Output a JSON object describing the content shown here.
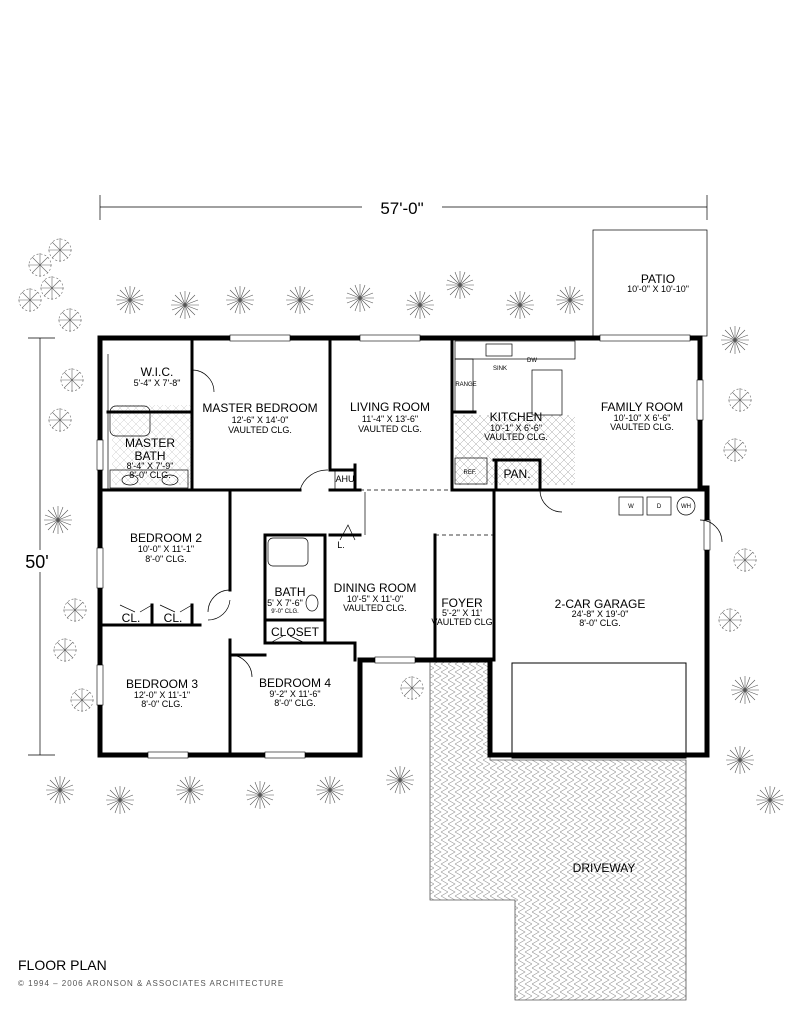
{
  "overall": {
    "width_label": "57'-0\"",
    "depth_label": "50'"
  },
  "rooms": {
    "wic": {
      "name": "W.I.C.",
      "size": "5'-4\" X 7'-8\""
    },
    "master_bedroom": {
      "name": "MASTER BEDROOM",
      "size": "12'-6\" X 14'-0\"",
      "ceiling": "VAULTED CLG."
    },
    "master_bath": {
      "name1": "MASTER",
      "name2": "BATH",
      "size": "8'-4\" X 7'-9\"",
      "ceiling": "8'-0\" CLG."
    },
    "living_room": {
      "name": "LIVING ROOM",
      "size": "11'-4\" X 13'-6\"",
      "ceiling": "VAULTED CLG."
    },
    "kitchen": {
      "name": "KITCHEN",
      "size": "10'-1\" X 6'-6\"",
      "ceiling": "VAULTED CLG."
    },
    "family_room": {
      "name": "FAMILY ROOM",
      "size": "10'-10\" X 6'-6\"",
      "ceiling": "VAULTED CLG."
    },
    "patio": {
      "name": "PATIO",
      "size": "10'-0\" X 10'-10\""
    },
    "bedroom2": {
      "name": "BEDROOM 2",
      "size": "10'-0\" X 11'-1\"",
      "ceiling": "8'-0\" CLG."
    },
    "bath": {
      "name": "BATH",
      "size": "5' X 7'-6\"",
      "ceiling": "9'-0\" CLG."
    },
    "dining_room": {
      "name": "DINING ROOM",
      "size": "10'-5\" X 11'-0\"",
      "ceiling": "VAULTED CLG."
    },
    "foyer": {
      "name": "FOYER",
      "size": "5'-2\" X 11'",
      "ceiling": "VAULTED CLG"
    },
    "garage": {
      "name": "2-CAR GARAGE",
      "size": "24'-8\" X 19'-0\"",
      "ceiling": "8'-0\" CLG."
    },
    "bedroom3": {
      "name": "BEDROOM 3",
      "size": "12'-0\" X 11'-1\"",
      "ceiling": "8'-0\" CLG."
    },
    "bedroom4": {
      "name": "BEDROOM 4",
      "size": "9'-2\" X 11'-6\"",
      "ceiling": "8'-0\" CLG."
    },
    "driveway": {
      "name": "DRIVEWAY"
    }
  },
  "labels": {
    "ahu": "AHU",
    "pan": "PAN.",
    "linen": "L.",
    "closet": "CLOSET",
    "cl1": "CL.",
    "cl2": "CL.",
    "sink": "SINK",
    "dw": "DW",
    "range": "RANGE",
    "ref": "REF.",
    "washer": "W",
    "dryer": "D",
    "water_heater": "WH"
  },
  "footer": {
    "title": "FLOOR PLAN",
    "copyright": "© 1994 – 2006 ARONSON & ASSOCIATES ARCHITECTURE"
  }
}
